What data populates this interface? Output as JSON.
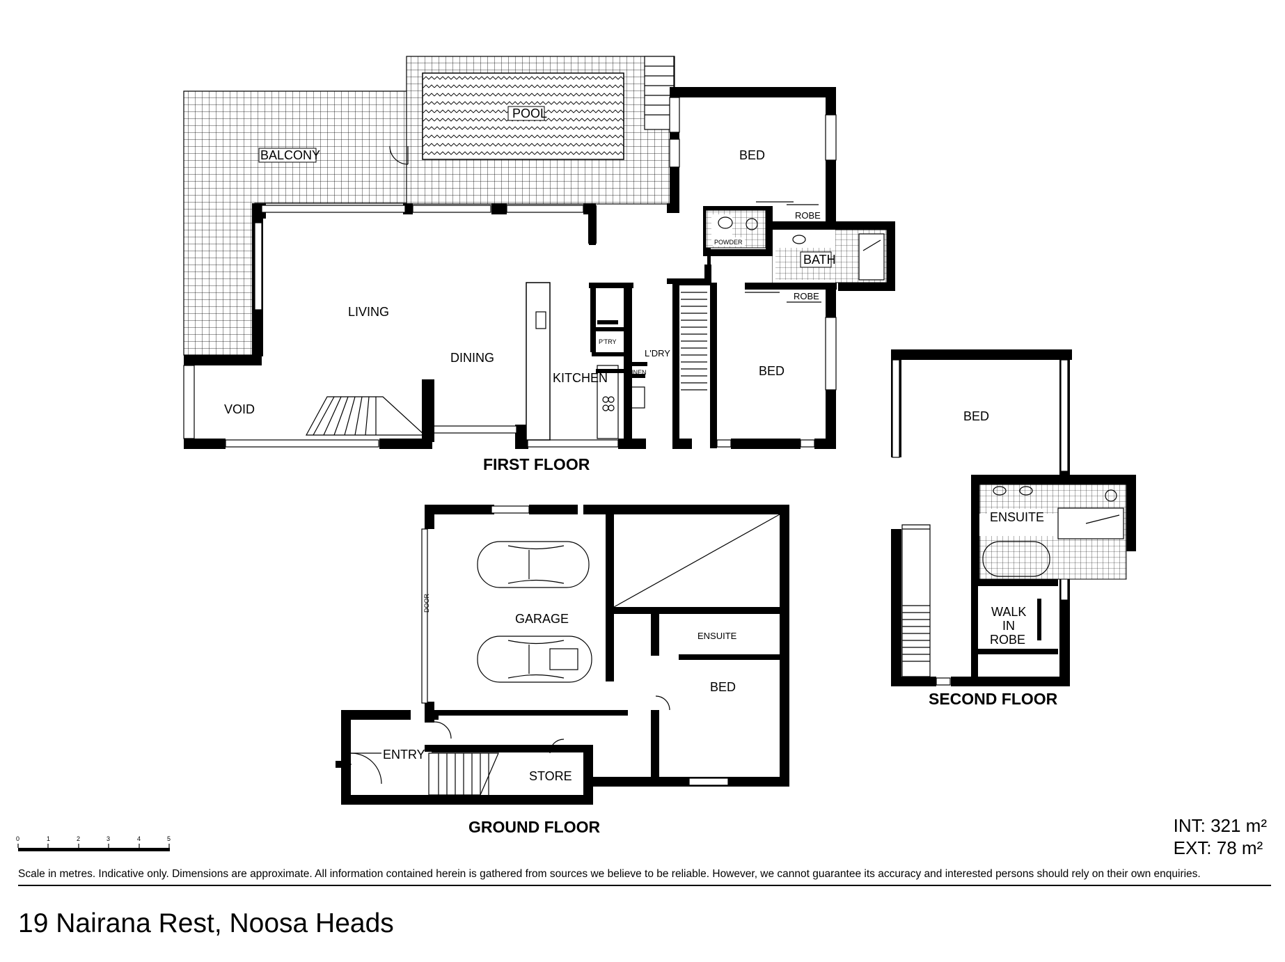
{
  "floors": {
    "first_floor": {
      "title": "FIRST FLOOR",
      "rooms": {
        "balcony": "BALCONY",
        "pool": "POOL",
        "bed_top": "BED",
        "robe_top": "ROBE",
        "powder": "POWDER",
        "bath": "BATH",
        "robe_mid": "ROBE",
        "living": "LIVING",
        "dining": "DINING",
        "kitchen": "KITCHEN",
        "pantry": "P'TRY",
        "laundry": "L'DRY",
        "linen": "LINEN",
        "bed_mid": "BED",
        "void": "VOID"
      }
    },
    "ground_floor": {
      "title": "GROUND FLOOR",
      "rooms": {
        "garage": "GARAGE",
        "door": "DOOR",
        "ensuite": "ENSUITE",
        "bed": "BED",
        "entry": "ENTRY",
        "store": "STORE"
      }
    },
    "second_floor": {
      "title": "SECOND FLOOR",
      "rooms": {
        "bed": "BED",
        "ensuite": "ENSUITE",
        "walk_in_1": "WALK",
        "walk_in_2": "IN",
        "walk_in_3": "ROBE"
      }
    }
  },
  "areas": {
    "internal": "INT: 321 m²",
    "external": "EXT: 78 m²"
  },
  "scale": {
    "ticks": [
      "0",
      "1",
      "2",
      "3",
      "4",
      "5"
    ]
  },
  "disclaimer": "Scale in metres. Indicative only. Dimensions are approximate. All information contained herein is gathered from sources we believe to be reliable. However, we cannot guarantee its accuracy and interested persons should rely on their own enquiries.",
  "address": "19 Nairana Rest, Noosa Heads"
}
